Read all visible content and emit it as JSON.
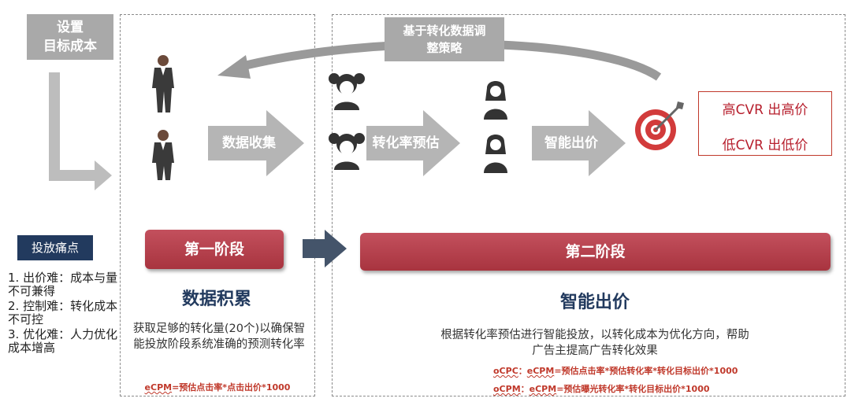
{
  "set_target": {
    "line1": "设置",
    "line2": "目标成本"
  },
  "strategy_box": {
    "line1": "基于转化数据调",
    "line2": "整策略"
  },
  "arrows": {
    "data_collect": "数据收集",
    "cvr_predict": "转化率预估",
    "smart_bid": "智能出价"
  },
  "bid_rules": {
    "high": "高CVR 出高价",
    "low": "低CVR 出低价"
  },
  "pain_points": {
    "title": "投放痛点",
    "items": [
      "1. 出价难：成本与量不可兼得",
      "2. 控制难：转化成本不可控",
      "3. 优化难：人力优化成本增高"
    ]
  },
  "stage1": {
    "label": "第一阶段",
    "title": "数据积累",
    "desc": "获取足够的转化量(20个)以确保智能投放阶段系统准确的预测转化率",
    "formula_prefix": "eCPM",
    "formula_rest": "=预估点击率*点击出价*1000"
  },
  "stage2": {
    "label": "第二阶段",
    "title": "智能出价",
    "desc1": "根据转化率预估进行智能投放，以转化成本为优化方向，帮助",
    "desc2": "广告主提高广告转化效果",
    "f1_name": "oCPC",
    "f1_sep": "：",
    "f1_ecpm": "eCPM",
    "f1_rest": "=预估点击率*预估转化率*转化目标出价*1000",
    "f2_name": "oCPM",
    "f2_sep": "：",
    "f2_ecpm": "eCPM",
    "f2_rest": "=预估曝光转化率*转化目标出价*1000"
  },
  "colors": {
    "brand_red": "#b03a48",
    "navy": "#223a5e",
    "gray": "#a9a9a9",
    "arrow_blue": "#44546a"
  }
}
